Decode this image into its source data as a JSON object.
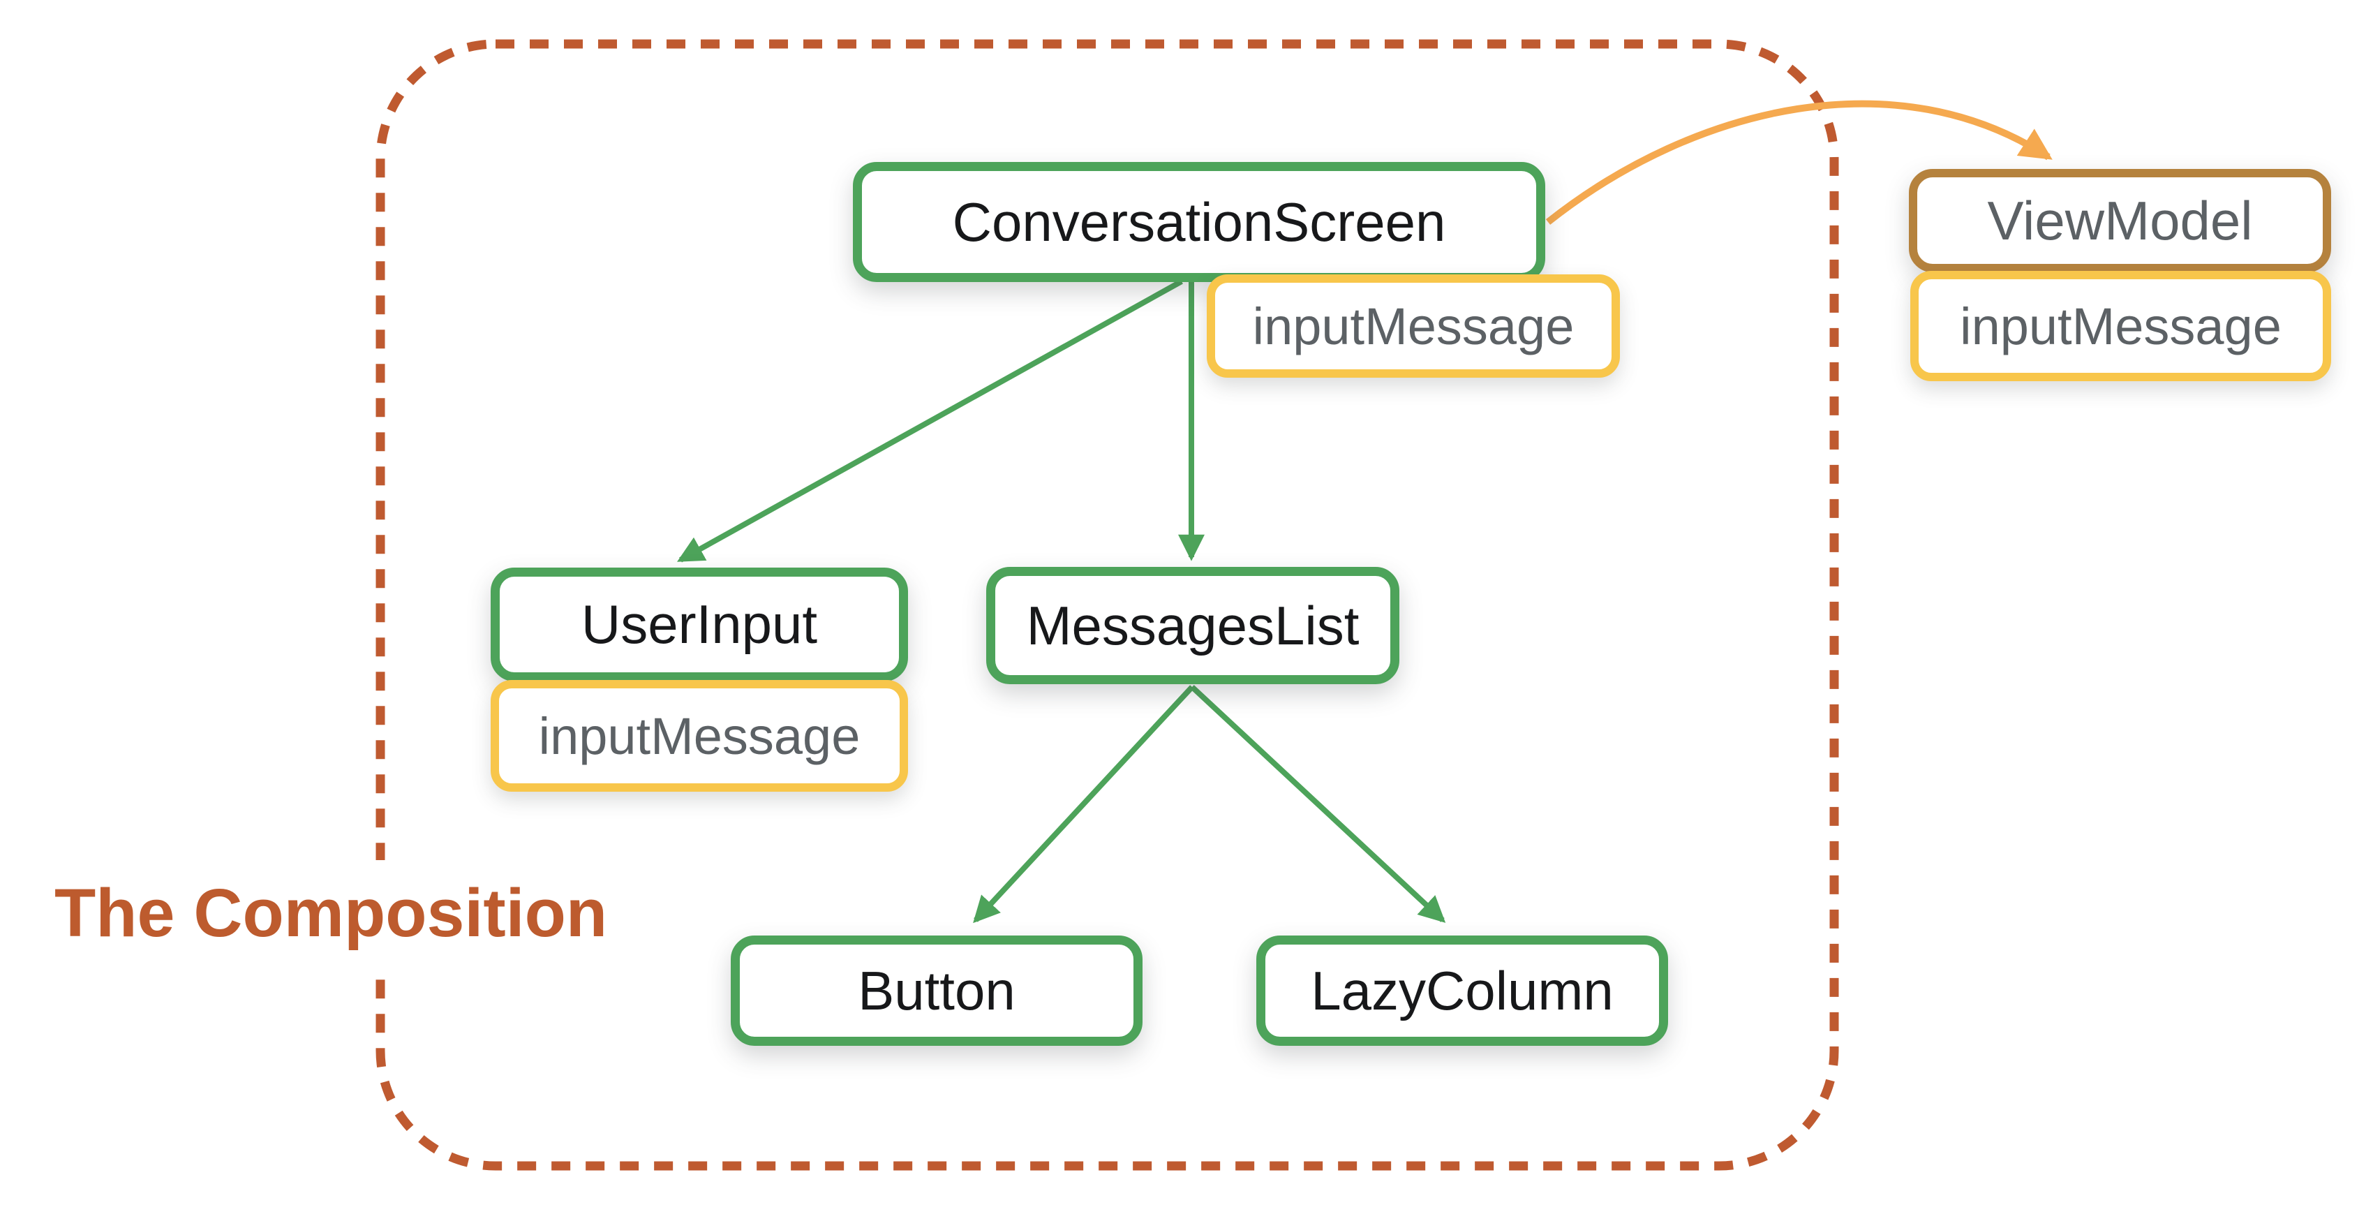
{
  "title": "The Composition",
  "nodes": {
    "conversation_screen": {
      "label": "ConversationScreen"
    },
    "user_input": {
      "label": "UserInput"
    },
    "messages_list": {
      "label": "MessagesList"
    },
    "button": {
      "label": "Button"
    },
    "lazy_column": {
      "label": "LazyColumn"
    },
    "view_model": {
      "label": "ViewModel"
    }
  },
  "badges": {
    "conversation_screen_state": {
      "label": "inputMessage"
    },
    "user_input_state": {
      "label": "inputMessage"
    },
    "view_model_state": {
      "label": "inputMessage"
    }
  },
  "colors": {
    "composition_boundary": "#BF5A30",
    "title_text": "#BD5B2E",
    "composable_border": "#4DA35A",
    "state_border": "#F8C64B",
    "viewmodel_border": "#B5823D",
    "state_arrow": "#F5A94F",
    "node_text": "#17181A",
    "state_text": "#5C6165",
    "background": "#FFFFFF"
  }
}
